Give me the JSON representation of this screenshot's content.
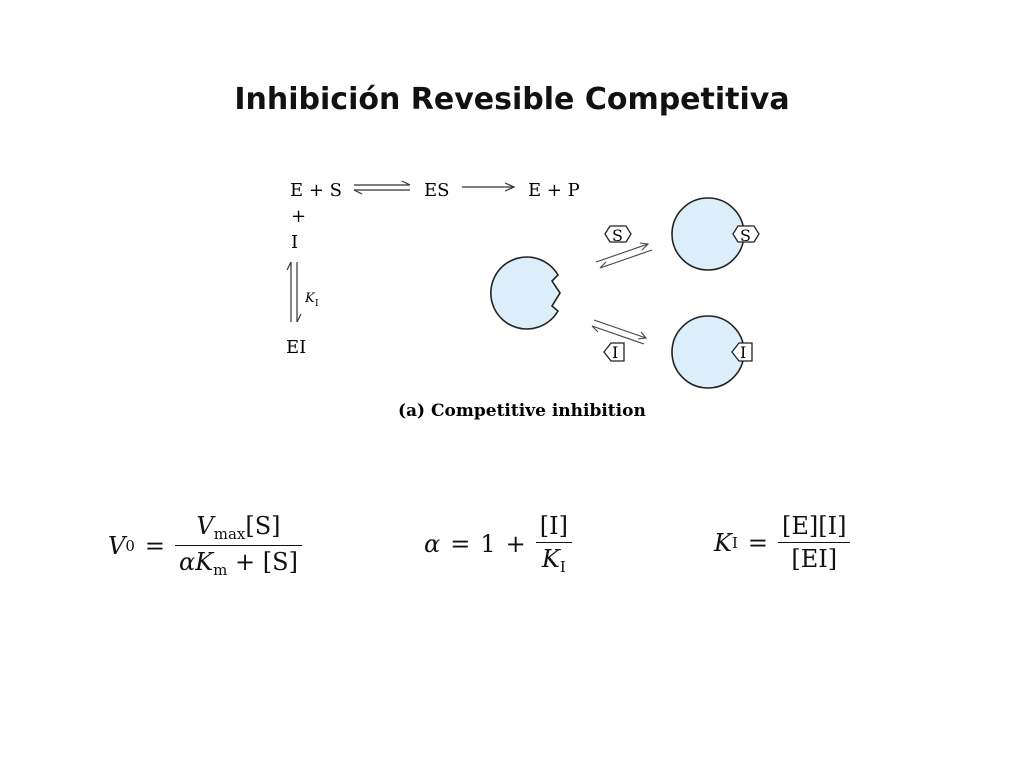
{
  "title": "Inhibición Revesible Competitiva",
  "scheme": {
    "e_plus_s": "E + S",
    "es": "ES",
    "e_plus_p": "E + P",
    "plus": "+",
    "inhibitor": "I",
    "ki_label": "K",
    "ki_sub": "I",
    "ei": "EI"
  },
  "cartoon": {
    "substrate_label": "S",
    "inhibitor_label": "I",
    "enzyme_fill": "#dceefa"
  },
  "caption": "(a) Competitive inhibition",
  "equations": {
    "v0": {
      "lhs": "V",
      "lhs_sub": "0",
      "equals": "=",
      "num_v": "V",
      "num_sub": "max",
      "num_rest": "[S]",
      "den_alpha": "α",
      "den_k": "K",
      "den_sub": "m",
      "den_rest": "+ [S]"
    },
    "alpha": {
      "lhs": "α",
      "equals": "=",
      "one": "1",
      "plus": "+",
      "num": "[I]",
      "den_k": "K",
      "den_sub": "I"
    },
    "ki": {
      "lhs": "K",
      "lhs_sub": "I",
      "equals": "=",
      "num": "[E][I]",
      "den": "[EI]"
    }
  }
}
